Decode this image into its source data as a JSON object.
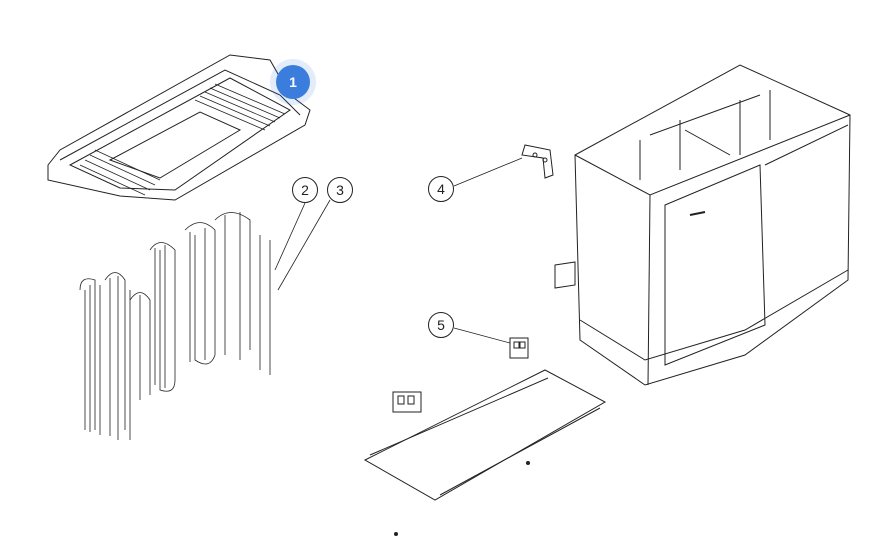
{
  "hotspots": [
    {
      "label": "1",
      "active": true
    },
    {
      "label": "2",
      "active": false
    },
    {
      "label": "3",
      "active": false
    },
    {
      "label": "4",
      "active": false
    },
    {
      "label": "5",
      "active": false
    }
  ],
  "colors": {
    "active": "#3b7ddd",
    "line": "#222222"
  }
}
